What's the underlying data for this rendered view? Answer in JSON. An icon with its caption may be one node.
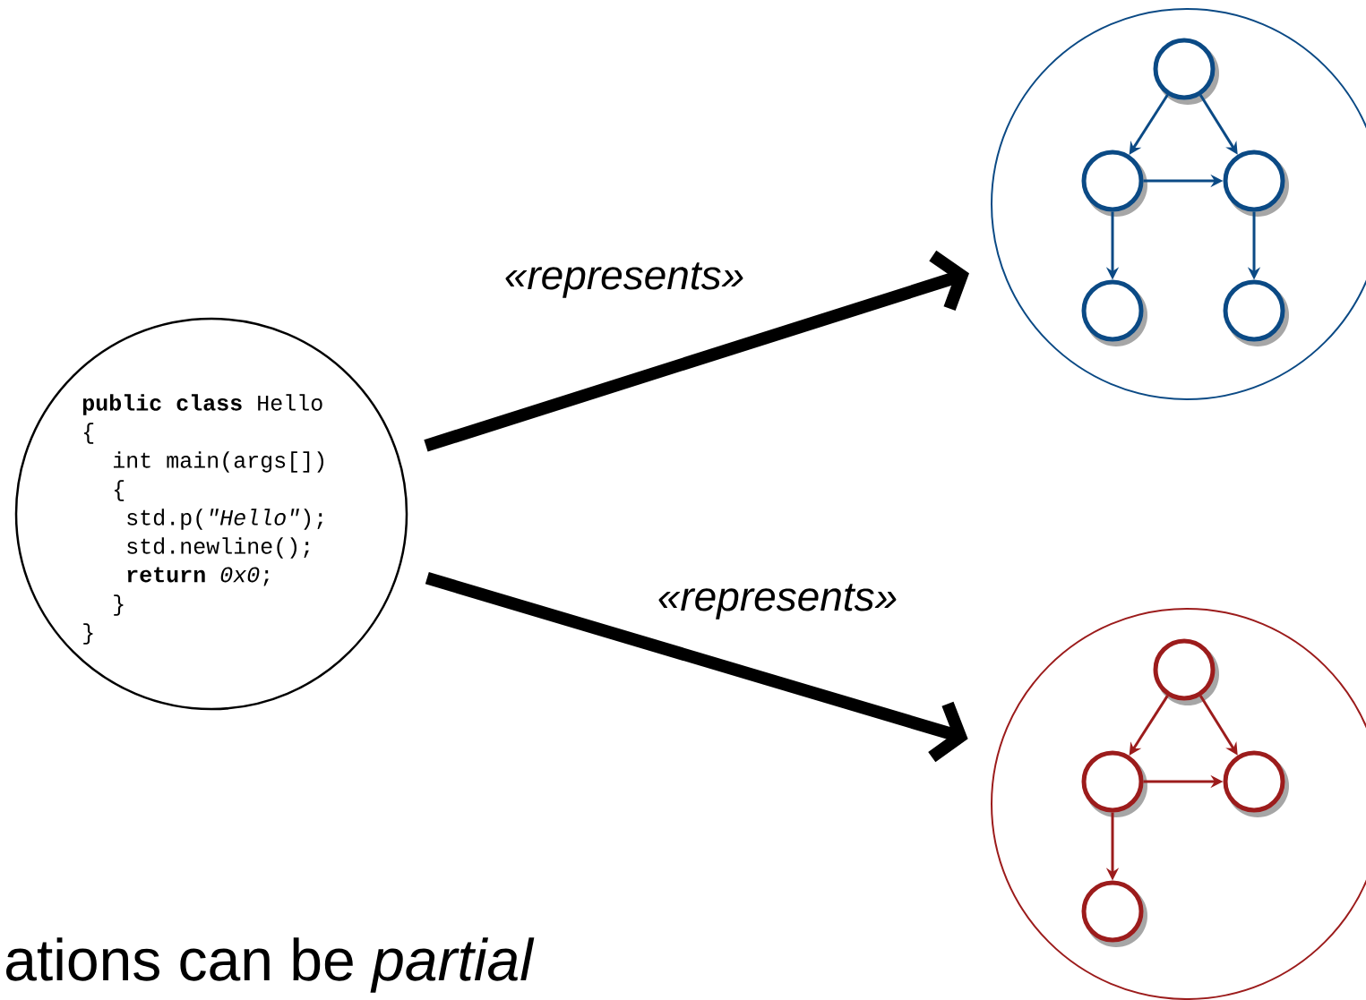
{
  "diagram": {
    "nodes": [
      {
        "text": [
          "**public class** Hello",
          "{",
          "int main(args[])",
          "{",
          "std.p(*\"Hello\"*);",
          "std.newline();",
          "**return** *0x0*;",
          "}",
          "}"
        ]
      },
      {
        "text": [],
        "shape": "circle"
      },
      {
        "text": [],
        "shape": "circle",
        "in": 1
      },
      {
        "text": [],
        "shape": "circle",
        "in": 1
      },
      {
        "text": [],
        "shape": "circle",
        "in": 1
      },
      {
        "text": [],
        "shape": "circle",
        "in": 1
      },
      {
        "text": [],
        "shape": "circle",
        "in": 1
      },
      {
        "text": [],
        "shape": "circle"
      },
      {
        "text": [],
        "shape": "circle",
        "in": 7
      },
      {
        "text": [],
        "shape": "circle",
        "in": 7
      },
      {
        "text": [],
        "shape": "circle",
        "in": 7
      },
      {
        "text": [],
        "shape": "circle",
        "in": 7
      }
    ],
    "edges": [
      {
        "from": 0,
        "to": 1,
        "arrow": "to",
        "label": "«represents»",
        "style": "thick",
        "color": "#000000"
      },
      {
        "from": 0,
        "to": 7,
        "arrow": "to",
        "label": "«represents»",
        "style": "thick",
        "color": "#000000"
      },
      {
        "from": 2,
        "to": 3,
        "arrow": "to",
        "color": "#0b4a85"
      },
      {
        "from": 2,
        "to": 4,
        "arrow": "to",
        "color": "#0b4a85"
      },
      {
        "from": 3,
        "to": 4,
        "arrow": "to",
        "color": "#0b4a85"
      },
      {
        "from": 3,
        "to": 5,
        "arrow": "to",
        "color": "#0b4a85"
      },
      {
        "from": 4,
        "to": 6,
        "arrow": "to",
        "color": "#0b4a85"
      },
      {
        "from": 8,
        "to": 9,
        "arrow": "to",
        "color": "#9c1c1c"
      },
      {
        "from": 8,
        "to": 10,
        "arrow": "to",
        "color": "#9c1c1c"
      },
      {
        "from": 9,
        "to": 10,
        "arrow": "to",
        "color": "#9c1c1c"
      },
      {
        "from": 9,
        "to": 11,
        "arrow": "to",
        "color": "#9c1c1c"
      }
    ],
    "labels": [
      "ations can be *partial*"
    ]
  }
}
